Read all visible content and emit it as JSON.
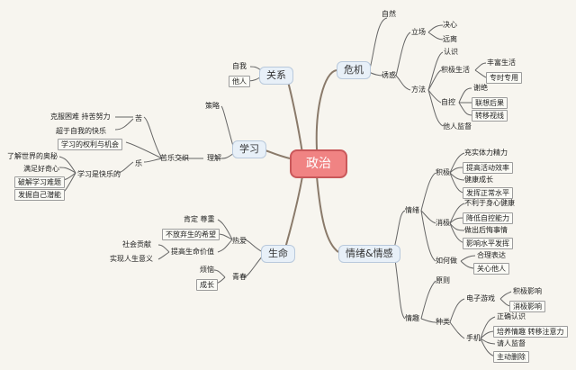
{
  "root": "政治",
  "crisis": {
    "label": "危机",
    "natural": "自然",
    "temptation": "诱惑",
    "stand": "立场",
    "stand_items": [
      "决心",
      "远离"
    ],
    "method": "方法",
    "recognize": "认识",
    "positive_life": "积极生活",
    "positive_items": [
      "丰富生活",
      "专时专用"
    ],
    "self_control": "自控",
    "self_control_items": [
      "谢绝",
      "联想后果",
      "转移视线"
    ],
    "supervision": "他人监督"
  },
  "relation": {
    "label": "关系",
    "items": [
      "自我",
      "他人"
    ]
  },
  "study": {
    "label": "学习",
    "strategy": "策略",
    "understand": "理解",
    "joy_and_pain": "苦乐交织",
    "bitter": "苦",
    "bitter_items": [
      "克服困难 持苦努力",
      "超于自我的快乐"
    ],
    "rights": "学习的权利与机会",
    "joy": "乐",
    "joyful": "学习是快乐的",
    "joy_items": [
      "了解世界的奥秘",
      "满足好奇心",
      "破解学习难题",
      "发掘自己潜能"
    ]
  },
  "life": {
    "label": "生命",
    "love": "热爱",
    "love_items": [
      "肯定 尊重",
      "不放弃生的希望",
      "提高生命价值"
    ],
    "value_items": [
      "社会贡献",
      "实现人生意义"
    ],
    "youth": "青春",
    "youth_items": [
      "烦恼",
      "成长"
    ]
  },
  "emotion": {
    "label": "情绪&情感",
    "mood": "情绪",
    "positive": "积极",
    "positive_items": [
      "充实体力精力",
      "提高活动效率",
      "健康成长",
      "发挥正常水平"
    ],
    "negative": "消极",
    "negative_items": [
      "不利于身心健康",
      "降低自控能力",
      "做出后悔事情",
      "影响水平发挥"
    ],
    "how": "如何做",
    "how_items": [
      "合理表达",
      "关心他人"
    ],
    "feeling": "情趣",
    "principle": "原则",
    "type": "种类",
    "e_games": "电子游戏",
    "e_games_items": [
      "积极影响",
      "消极影响"
    ],
    "phone": "手机",
    "phone_items": [
      "正确认识",
      "培养情趣 转移注意力",
      "请人监督",
      "主动删除"
    ]
  }
}
